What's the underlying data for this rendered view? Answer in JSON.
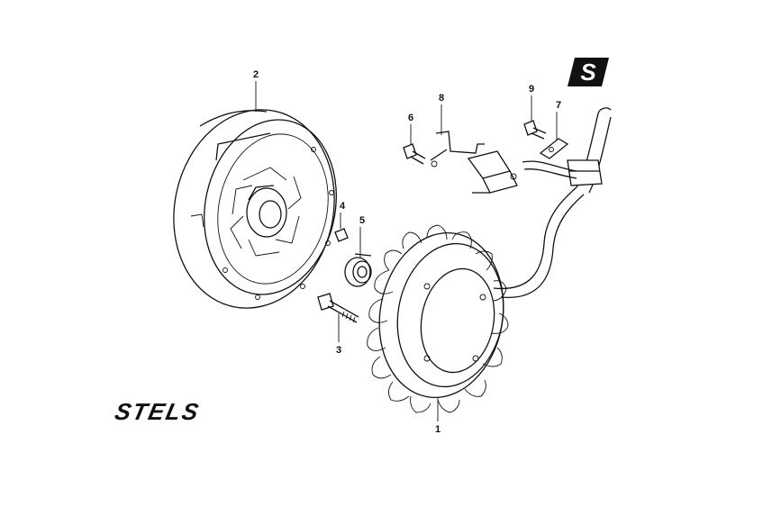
{
  "colors": {
    "line": "#111111",
    "background": "#ffffff"
  },
  "brand": {
    "wordmark": "STELS",
    "badge_letter": "S"
  },
  "callouts": [
    {
      "id": "1",
      "label": "1"
    },
    {
      "id": "2",
      "label": "2"
    },
    {
      "id": "3",
      "label": "3"
    },
    {
      "id": "4",
      "label": "4"
    },
    {
      "id": "5",
      "label": "5"
    },
    {
      "id": "6",
      "label": "6"
    },
    {
      "id": "7",
      "label": "7"
    },
    {
      "id": "8",
      "label": "8"
    },
    {
      "id": "9",
      "label": "9"
    }
  ]
}
